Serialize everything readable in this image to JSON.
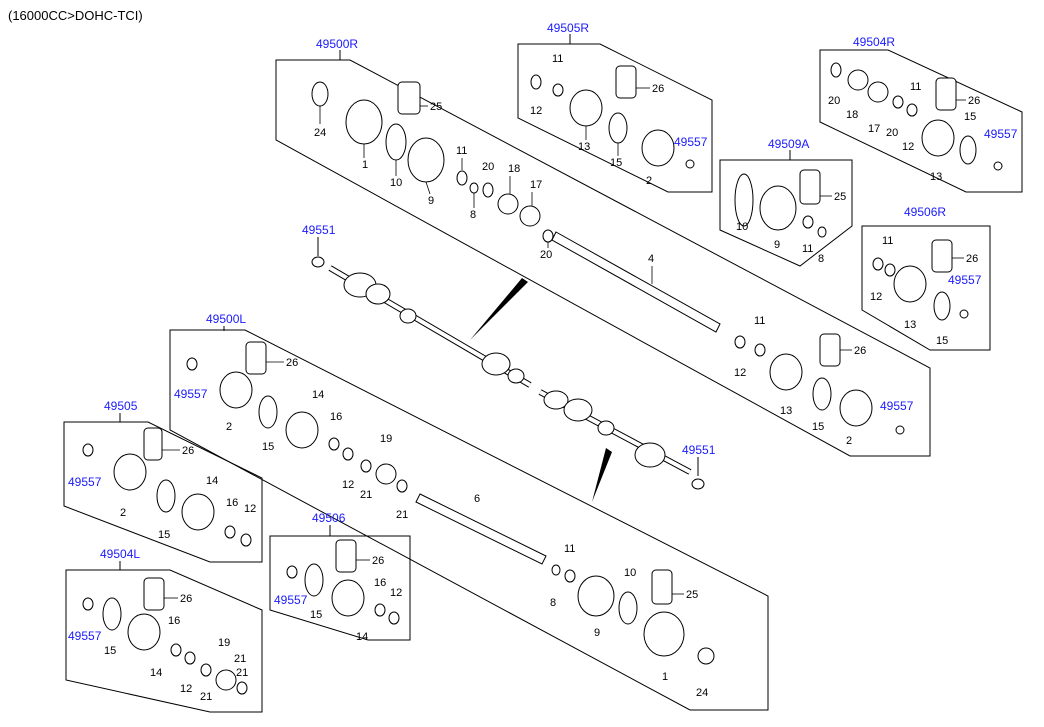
{
  "header": {
    "engine": "(16000CC>DOHC-TCI)"
  },
  "groups": {
    "g49500R": "49500R",
    "g49505R": "49505R",
    "g49504R": "49504R",
    "g49509A": "49509A",
    "g49506R": "49506R",
    "g49551a": "49551",
    "g49551b": "49551",
    "g49500L": "49500L",
    "g49505": "49505",
    "g49506": "49506",
    "g49504L": "49504L"
  },
  "links": {
    "c49557": "49557"
  },
  "parts": {
    "p1": "1",
    "p2": "2",
    "p4": "4",
    "p6": "6",
    "p8": "8",
    "p9": "9",
    "p10": "10",
    "p11": "11",
    "p12": "12",
    "p13": "13",
    "p14": "14",
    "p15": "15",
    "p16": "16",
    "p17": "17",
    "p18": "18",
    "p19": "19",
    "p20": "20",
    "p21": "21",
    "p24": "24",
    "p25": "25",
    "p26": "26"
  },
  "colors": {
    "group_link": "#1a1aff",
    "line": "#000000",
    "label": "#000000"
  }
}
